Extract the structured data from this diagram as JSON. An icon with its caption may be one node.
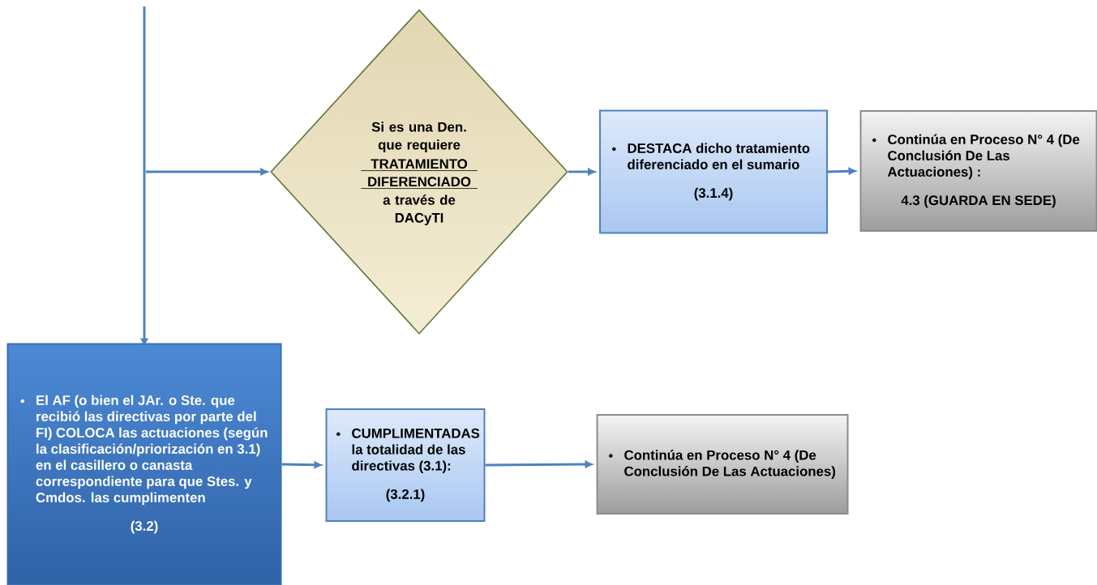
{
  "diagram": {
    "nodes": [
      {
        "text": [
          "Si es una Den. que requiere",
          "TRATAMIENTO DIFERENCIADO",
          "a través de DACyTI"
        ]
      },
      {
        "text": [
          "DESTACA dicho tratamiento diferenciado en el sumario",
          "(3.1.4)"
        ]
      },
      {
        "text": [
          "Continúa en Proceso N° 4 (De Conclusión De Las Actuaciones) :",
          "4.3 (GUARDA EN SEDE)"
        ]
      },
      {
        "text": [
          "El AF (o bien el JAr. o Ste. que recibió las directivas por parte del FI) COLOCA las actuaciones (según la clasificación/priorización en 3.1) en el casillero o canasta correspondiente para que Stes. y Cmdos. las cumplimenten",
          "(3.2)"
        ]
      },
      {
        "text": [
          "CUMPLIMENTADAS la totalidad de las directivas (3.1):",
          "(3.2.1)"
        ]
      },
      {
        "text": [
          "Continúa en Proceso N° 4 (De Conclusión De Las Actuaciones)"
        ]
      }
    ],
    "edges": [
      {
        "from": null,
        "to": 3,
        "arrow": "to"
      },
      {
        "from": null,
        "to": 0,
        "arrow": "to"
      },
      {
        "from": 0,
        "to": 1,
        "arrow": "to"
      },
      {
        "from": 1,
        "to": 2,
        "arrow": "to"
      },
      {
        "from": 3,
        "to": 4,
        "arrow": "to"
      },
      {
        "from": 4,
        "to": 5,
        "arrow": "to"
      }
    ]
  }
}
